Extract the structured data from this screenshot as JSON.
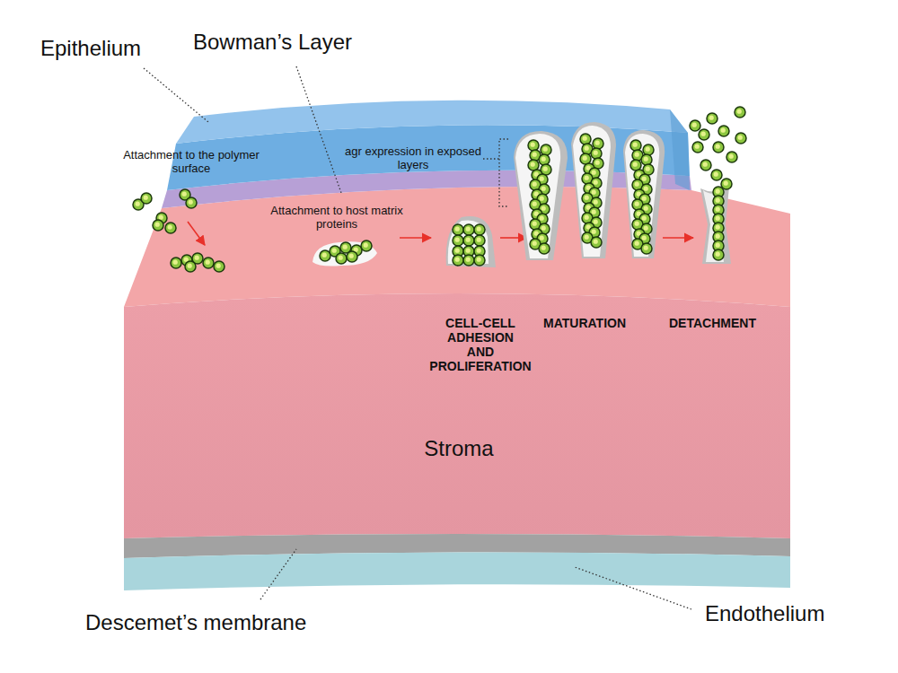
{
  "diagram": {
    "labels": [
      "Epithelium",
      "Bowman’s Layer",
      "Attachment to the polymer surface",
      "agr expression in exposed layers",
      "Attachment to host matrix proteins",
      "CELL-CELL ADHESION AND PROLIFERATION",
      "MATURATION",
      "DETACHMENT",
      "Stroma",
      "Descemet’s membrane",
      "Endothelium"
    ]
  }
}
